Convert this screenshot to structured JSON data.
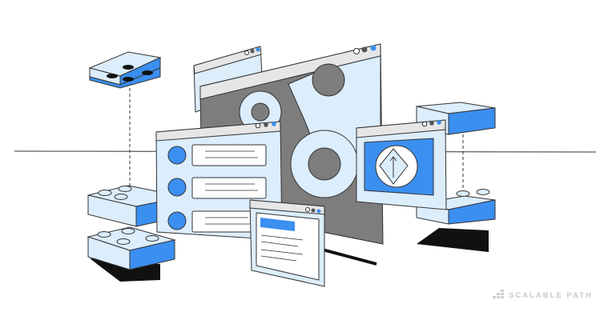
{
  "illustration": {
    "subject": "modular software architecture with browser windows, gears and building blocks",
    "colors": {
      "accent_blue": "#3b8ff0",
      "light_blue": "#dcedfc",
      "gray": "#7d7d7d",
      "frame_gray": "#e6e6e6",
      "outline": "#333333",
      "shadow": "#000000"
    },
    "window_controls": [
      "empty-circle",
      "gray-circle",
      "blue-circle"
    ]
  },
  "watermark": {
    "icon": "stacked-blocks-icon",
    "text": "SCALABLE PATH"
  }
}
